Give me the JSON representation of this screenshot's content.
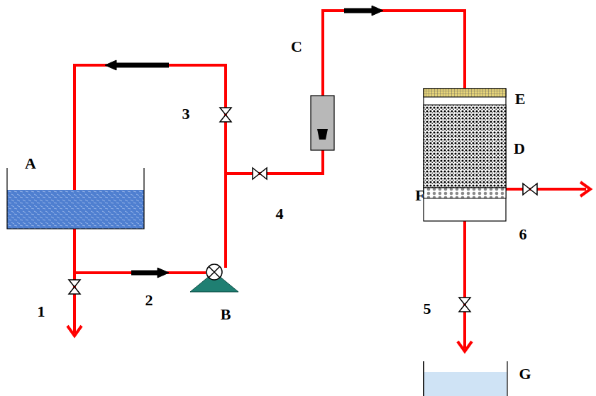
{
  "diagram": {
    "labels": [
      "A",
      "B",
      "C",
      "D",
      "E",
      "F",
      "G",
      "1",
      "2",
      "3",
      "4",
      "5",
      "6"
    ]
  }
}
